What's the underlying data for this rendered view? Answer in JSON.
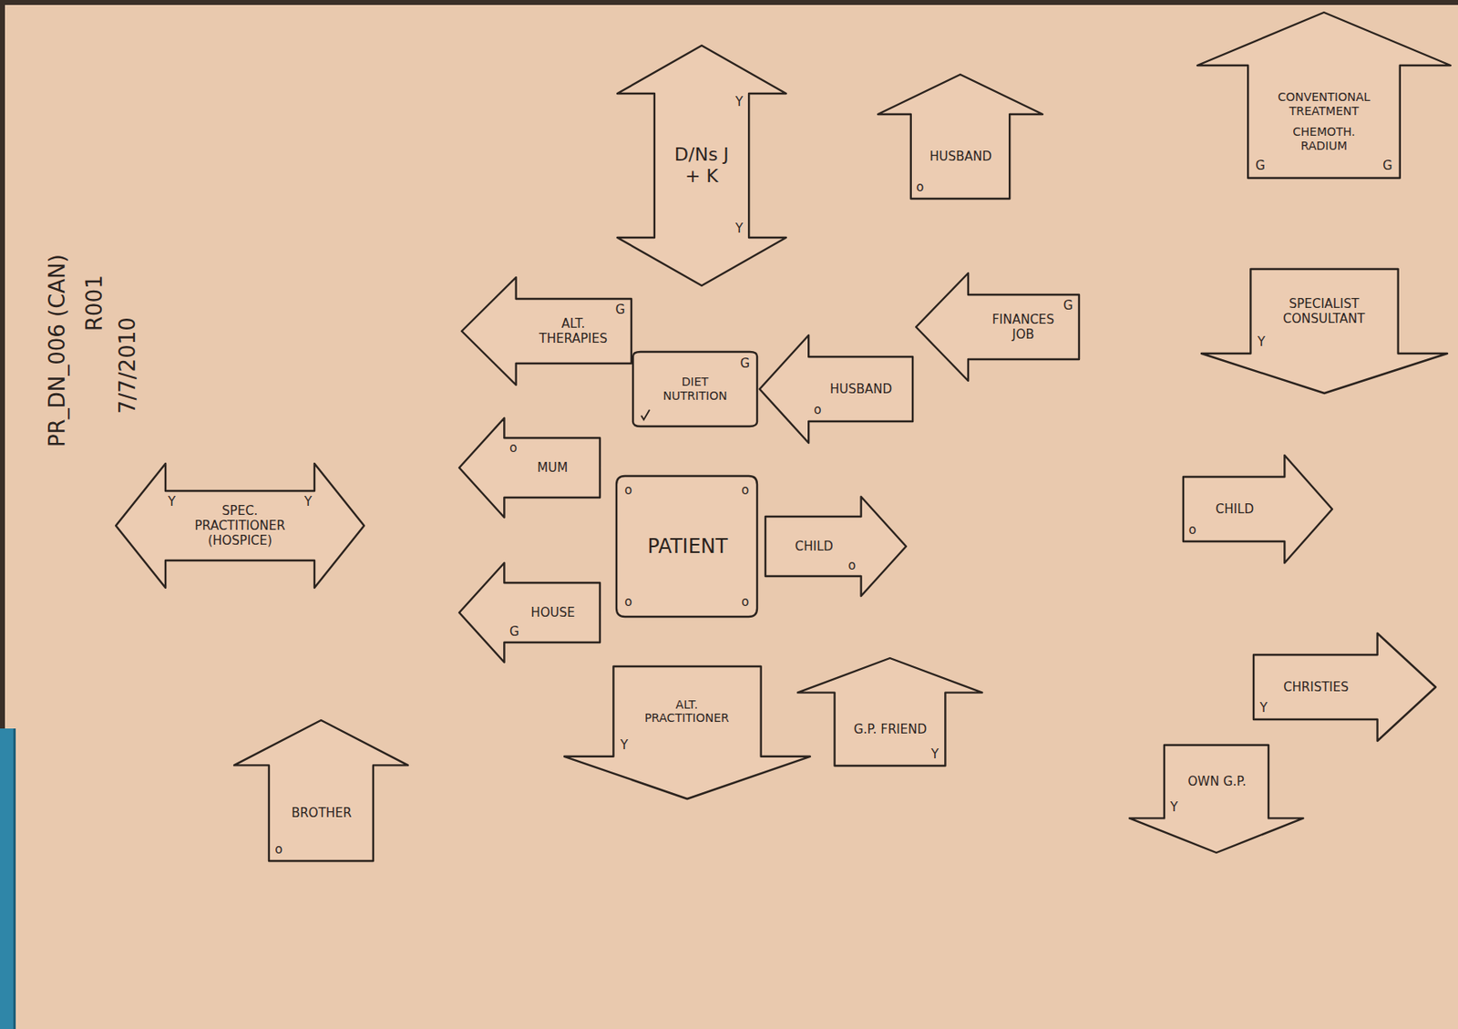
{
  "diagram": {
    "nodes": [
      {
        "text": [
          "SPEC. PRACTITIONER (HOSPICE)",
          "Y",
          "Y"
        ]
      },
      {
        "text": [
          "BROTHER",
          "o"
        ]
      },
      {
        "text": [
          "D/Ns J + K",
          "Y",
          "Y"
        ]
      },
      {
        "text": [
          "HUSBAND",
          "o"
        ]
      },
      {
        "text": [
          "CONVENTIONAL TREATMENT",
          "CHEMOTH. RADIUM",
          "G",
          "G"
        ]
      },
      {
        "text": [
          "ALT. THERAPIES",
          "G"
        ]
      },
      {
        "text": [
          "DIET NUTRITION",
          "G"
        ]
      },
      {
        "text": [
          "MUM",
          "o"
        ]
      },
      {
        "text": [
          "PATIENT",
          "o",
          "o",
          "o",
          "o"
        ]
      },
      {
        "text": [
          "CHILD",
          "o"
        ]
      },
      {
        "text": [
          "HOUSE",
          "G"
        ]
      },
      {
        "text": [
          "ALT. PRACTITIONER",
          "Y"
        ]
      },
      {
        "text": [
          "HUSBAND",
          "o"
        ]
      },
      {
        "text": [
          "FINANCES JOB",
          "G"
        ]
      },
      {
        "text": [
          "G.P. FRIEND",
          "Y"
        ]
      },
      {
        "text": [
          "SPECIALIST CONSULTANT",
          "Y"
        ]
      },
      {
        "text": [
          "CHILD",
          "o"
        ]
      },
      {
        "text": [
          "CHRISTIES",
          "Y"
        ]
      },
      {
        "text": [
          "OWN G.P.",
          "Y"
        ]
      }
    ],
    "labels": [
      "PR_DN_006 (CAN)",
      "R001",
      "7/7/2010"
    ]
  }
}
